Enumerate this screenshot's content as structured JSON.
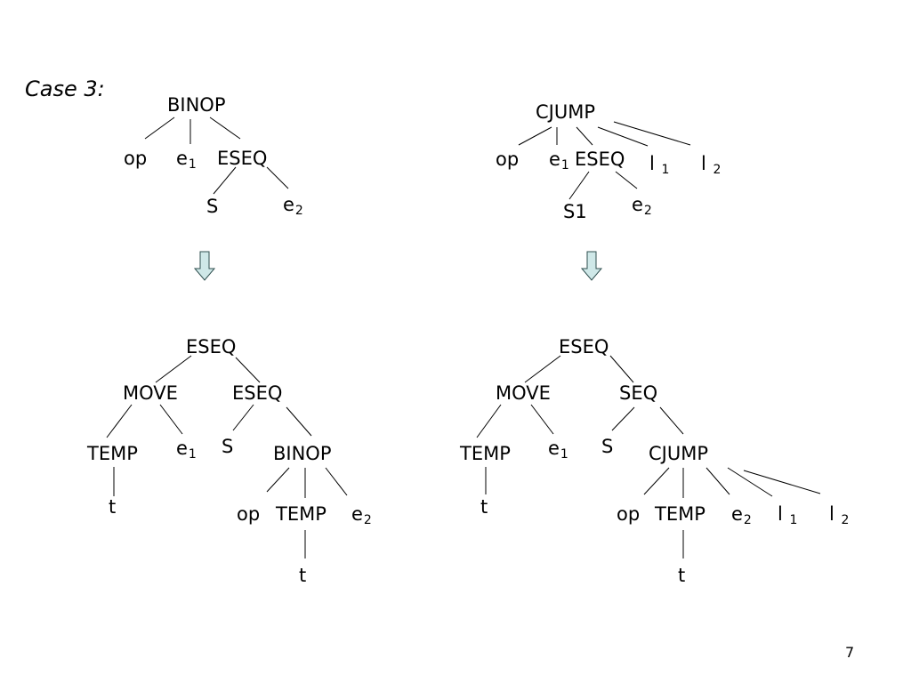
{
  "slide": {
    "title": "Case 3:",
    "page_number": "7"
  },
  "before_left": {
    "root": "BINOP",
    "op": "op",
    "e1": "e",
    "e1_sub": "1",
    "eseq": "ESEQ",
    "s": "S",
    "e2": "e",
    "e2_sub": "2"
  },
  "before_right": {
    "root": "CJUMP",
    "op": "op",
    "e1": "e",
    "e1_sub": "1",
    "eseq": "ESEQ",
    "l1": "l",
    "l1_sub": "1",
    "l2": "l",
    "l2_sub": "2",
    "s1": "S1",
    "e2": "e",
    "e2_sub": "2"
  },
  "after_left": {
    "root": "ESEQ",
    "move": "MOVE",
    "eseq": "ESEQ",
    "temp": "TEMP",
    "e1": "e",
    "e1_sub": "1",
    "s": "S",
    "binop": "BINOP",
    "t1": "t",
    "op": "op",
    "temp2": "TEMP",
    "e2": "e",
    "e2_sub": "2",
    "t2": "t"
  },
  "after_right": {
    "root": "ESEQ",
    "move": "MOVE",
    "seq": "SEQ",
    "temp": "TEMP",
    "e1": "e",
    "e1_sub": "1",
    "s": "S",
    "cjump": "CJUMP",
    "t1": "t",
    "op": "op",
    "temp2": "TEMP",
    "e2": "e",
    "e2_sub": "2",
    "l1": "l",
    "l1_sub": "1",
    "l2": "l",
    "l2_sub": "2",
    "t2": "t"
  },
  "colors": {
    "arrow_fill": "#cfe8e8",
    "arrow_stroke": "#2f4f4f",
    "line": "#000000"
  }
}
